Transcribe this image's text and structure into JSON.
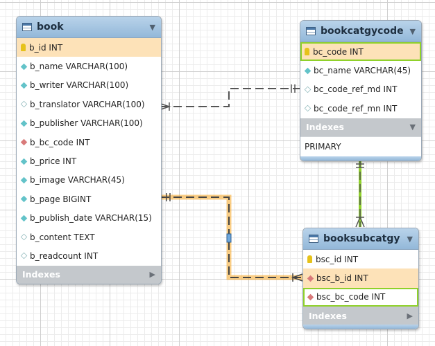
{
  "tables": {
    "book": {
      "title": "book",
      "columns": [
        {
          "label": "b_id INT",
          "key": "pk"
        },
        {
          "label": "b_name VARCHAR(100)",
          "key": "col"
        },
        {
          "label": "b_writer VARCHAR(100)",
          "key": "col"
        },
        {
          "label": "b_translator VARCHAR(100)",
          "key": "col-open"
        },
        {
          "label": "b_publisher VARCHAR(100)",
          "key": "col"
        },
        {
          "label": "b_bc_code INT",
          "key": "fk"
        },
        {
          "label": "b_price INT",
          "key": "col"
        },
        {
          "label": "b_image VARCHAR(45)",
          "key": "col"
        },
        {
          "label": "b_page BIGINT",
          "key": "col"
        },
        {
          "label": "b_publish_date VARCHAR(15)",
          "key": "col"
        },
        {
          "label": "b_content TEXT",
          "key": "col-open"
        },
        {
          "label": "b_readcount INT",
          "key": "col-open"
        }
      ],
      "indexes_label": "Indexes"
    },
    "bookcatgycode": {
      "title": "bookcatgycode",
      "columns": [
        {
          "label": "bc_code INT",
          "key": "pk"
        },
        {
          "label": "bc_name VARCHAR(45)",
          "key": "col"
        },
        {
          "label": "bc_code_ref_md INT",
          "key": "col-open"
        },
        {
          "label": "bc_code_ref_mn INT",
          "key": "col-open"
        }
      ],
      "indexes_label": "Indexes",
      "indexes": [
        "PRIMARY"
      ]
    },
    "booksubcatgy": {
      "title": "booksubcatgy",
      "columns": [
        {
          "label": "bsc_id INT",
          "key": "pk"
        },
        {
          "label": "bsc_b_id INT",
          "key": "fk"
        },
        {
          "label": "bsc_bc_code INT",
          "key": "fk"
        }
      ],
      "indexes_label": "Indexes"
    }
  },
  "colors": {
    "header": "#93b8d9",
    "pk_row": "#fde2b8",
    "selection": "#8fd12a",
    "relationship_highlight": "#f5a623"
  }
}
